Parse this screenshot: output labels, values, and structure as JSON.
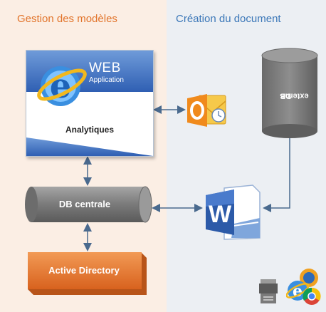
{
  "headings": {
    "left": "Gestion des modèles",
    "right": "Création du document"
  },
  "web_app": {
    "title": "WEB",
    "subtitle": "Application",
    "label": "Analytiques"
  },
  "databases": {
    "central": "DB centrale",
    "external_line1": "DB",
    "external_line2": "externe"
  },
  "directory": {
    "label": "Active Directory"
  },
  "icons": {
    "web_app_logo": "internet-explorer-icon",
    "email_client": "outlook-icon",
    "word_processor": "word-icon",
    "printer": "printer-icon",
    "browsers": "browsers-icon"
  },
  "colors": {
    "left_panel": "#fbeee4",
    "right_panel": "#eceff3",
    "left_heading": "#e2742b",
    "right_heading": "#3b77b8",
    "database": "#7a7a7a",
    "active_directory": "#e8792f",
    "web_header": "#3a6cc0",
    "connector": "#4a6a8e"
  }
}
